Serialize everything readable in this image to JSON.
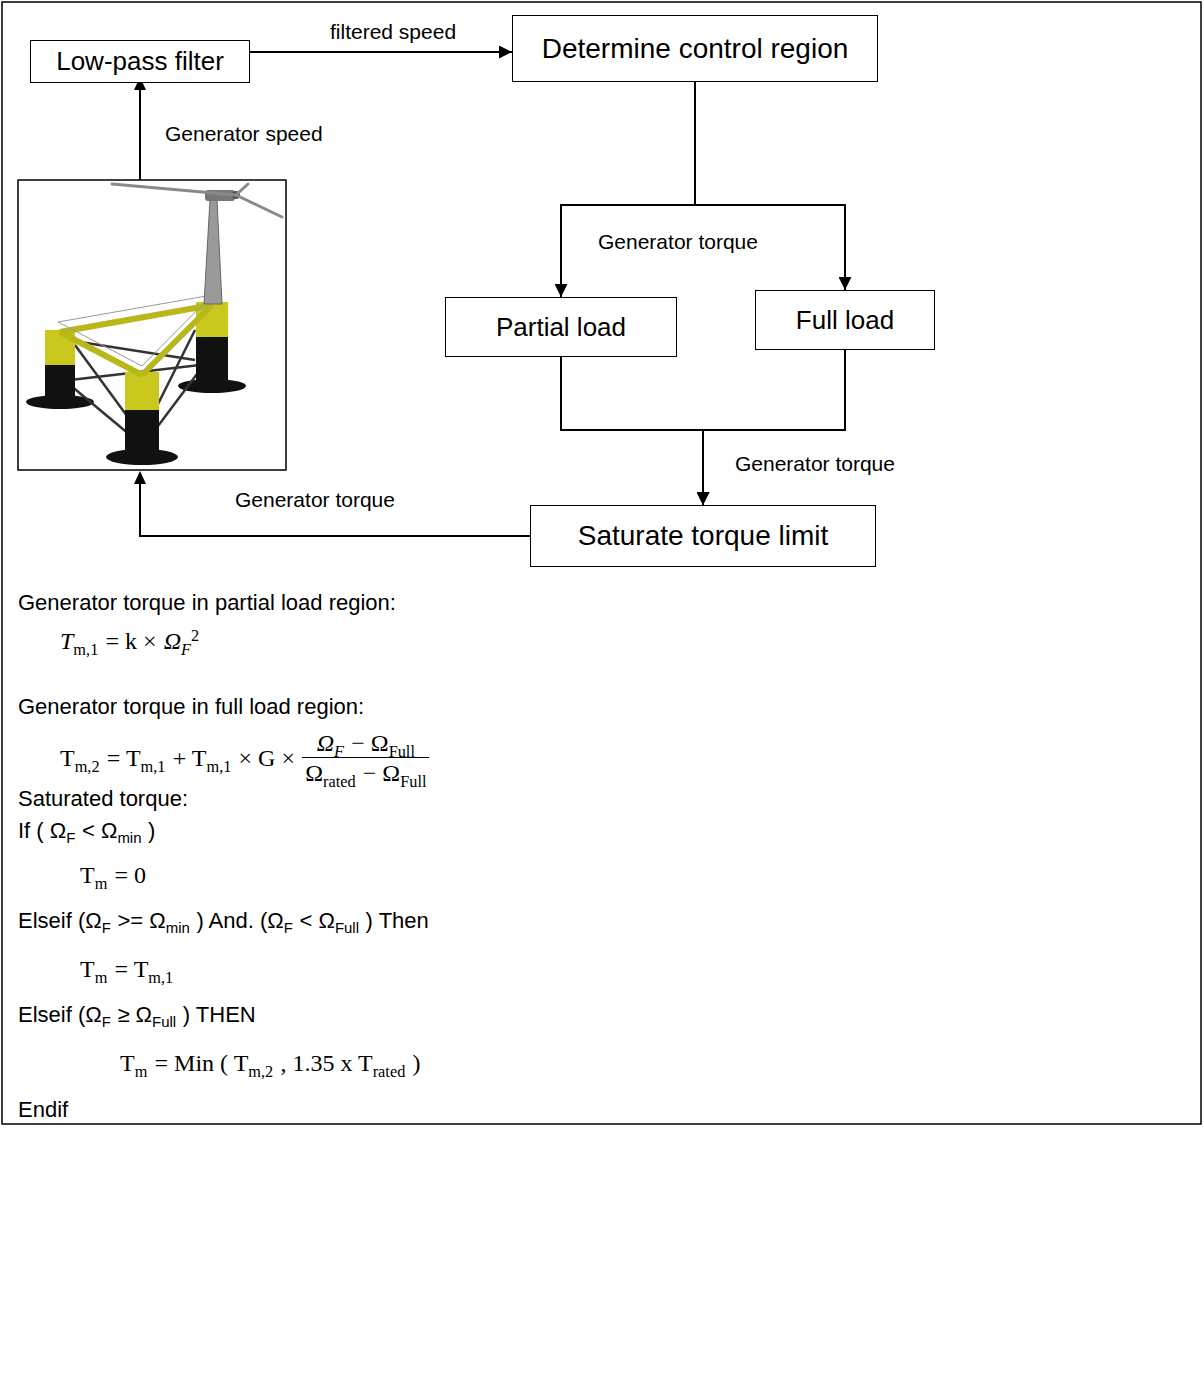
{
  "diagram": {
    "nodes": [
      {
        "text": [
          "Low-pass filter"
        ]
      },
      {
        "text": [
          "Determine control region"
        ]
      },
      {
        "text": [
          "Partial load"
        ]
      },
      {
        "text": [
          "Full load"
        ]
      },
      {
        "text": [
          "Saturate torque limit"
        ]
      }
    ],
    "edges": [
      {
        "from": 0,
        "to": 1,
        "arrow": "to",
        "label": "filtered speed"
      },
      {
        "from": 1,
        "to": 2,
        "arrow": "to"
      },
      {
        "from": 1,
        "to": 3,
        "arrow": "to"
      },
      {
        "from": 2,
        "to": 4,
        "arrow": "to"
      },
      {
        "from": 3,
        "to": 4,
        "arrow": "to"
      }
    ],
    "labels": [
      "Generator speed",
      "Generator torque",
      "Generator torque",
      "Generator torque",
      "Generator torque in partial load region:",
      "T",
      "m,1",
      "= k ×",
      "Ω",
      "F",
      "2",
      "Generator torque in full load region:",
      "T",
      "m,2",
      "= T",
      "m,1",
      "+ T",
      "m,1",
      "× G ×",
      "Ω",
      "F",
      "− Ω",
      "Full",
      "Ω",
      "rated",
      "− Ω",
      "Full",
      "Saturated torque:",
      "If ( Ω",
      "F",
      "< Ω",
      "min",
      ")",
      "T",
      "m",
      "= 0",
      "Elseif (Ω",
      "F",
      ">= Ω",
      "min",
      ") And. (Ω",
      "F",
      "< Ω",
      "Full",
      ") Then",
      "T",
      "m",
      "= T",
      "m,1",
      "Elseif (Ω",
      "F",
      "≥ Ω",
      "Full",
      ") THEN",
      "T",
      "m",
      "= Min ( T",
      "m,2",
      ", 1.35 x T",
      "rated",
      ")",
      "Endif"
    ]
  }
}
